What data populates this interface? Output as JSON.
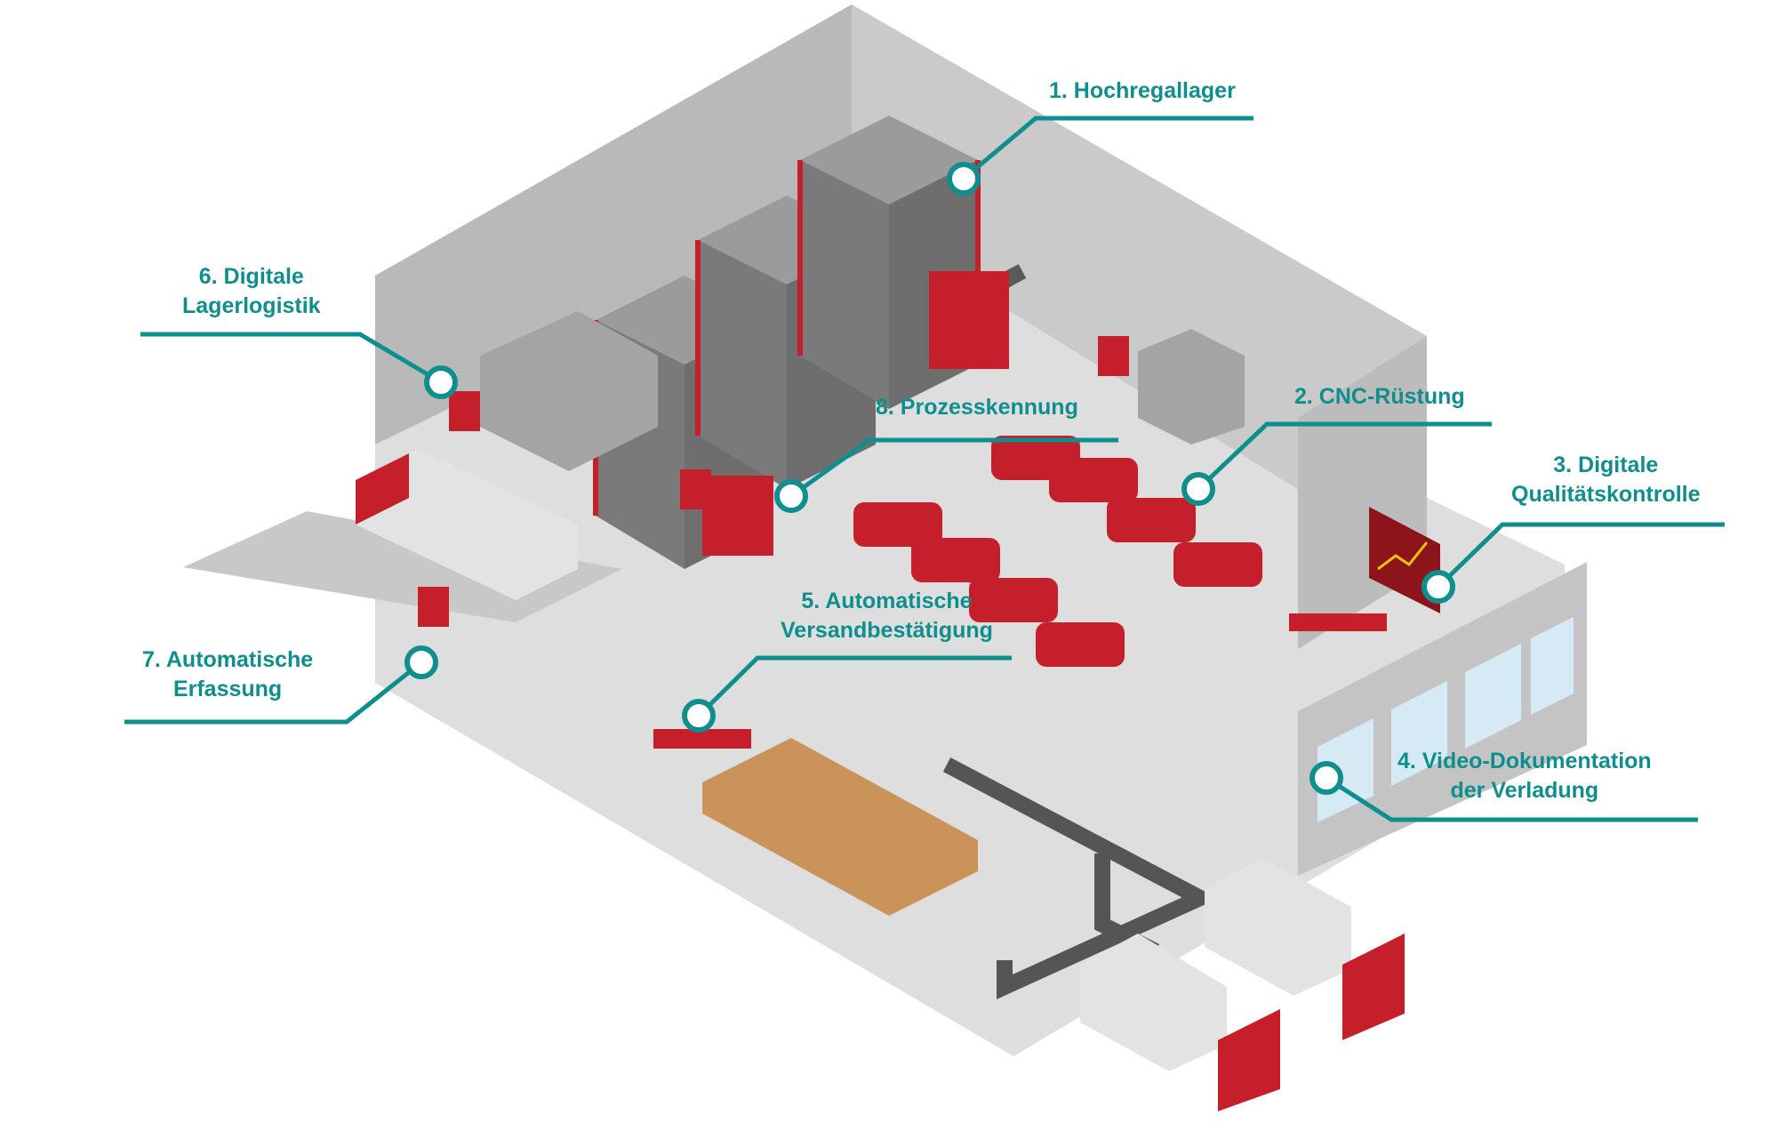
{
  "colors": {
    "accent": "#0e8f8e",
    "red": "#c41f2a",
    "darkred": "#8e141c",
    "floor": "#dcdcdc",
    "wall": "#bdbdbd",
    "wall_dark": "#a6a6a6",
    "conveyor": "#555555"
  },
  "stations": [
    {
      "id": "hochregallager",
      "number": "1.",
      "line1": "1. Hochregallager",
      "line2": ""
    },
    {
      "id": "cnc-ruestung",
      "number": "2.",
      "line1": "2. CNC-Rüstung",
      "line2": ""
    },
    {
      "id": "qualitaetskontrolle",
      "number": "3.",
      "line1": "3. Digitale",
      "line2": "Qualitätskontrolle"
    },
    {
      "id": "video-dokumentation",
      "number": "4.",
      "line1": "4. Video-Dokumentation",
      "line2": "der Verladung"
    },
    {
      "id": "versandbestaetigung",
      "number": "5.",
      "line1": "5. Automatische",
      "line2": "Versandbestätigung"
    },
    {
      "id": "lagerlogistik",
      "number": "6.",
      "line1": "6. Digitale",
      "line2": "Lagerlogistik"
    },
    {
      "id": "erfassung",
      "number": "7.",
      "line1": "7. Automatische",
      "line2": "Erfassung"
    },
    {
      "id": "prozesskennung",
      "number": "8.",
      "line1": "8. Prozesskennung",
      "line2": ""
    }
  ]
}
